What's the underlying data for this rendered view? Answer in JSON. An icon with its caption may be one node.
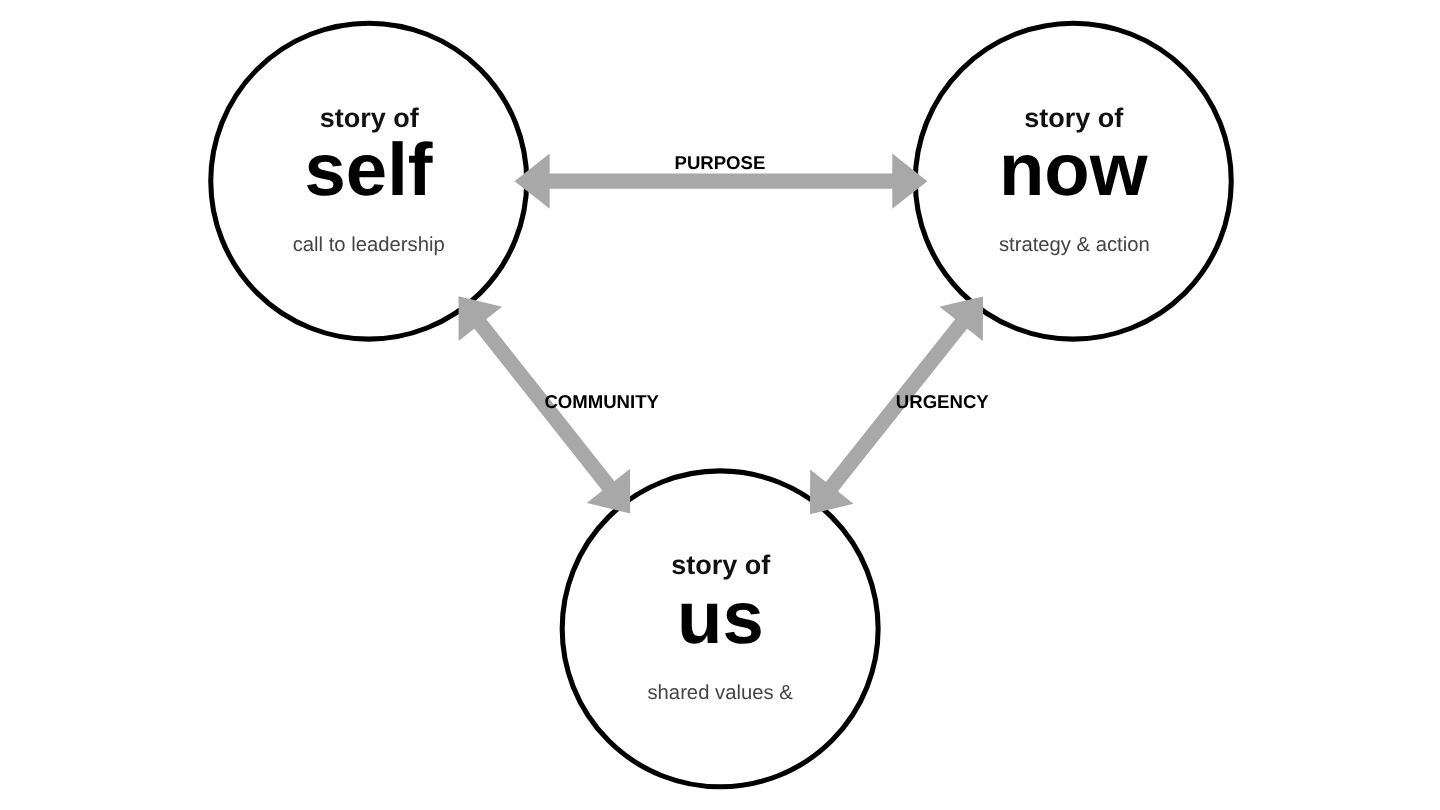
{
  "diagram": {
    "nodes": [
      {
        "text": [
          "story of",
          "self",
          "call to leadership"
        ]
      },
      {
        "text": [
          "story of",
          "now",
          "strategy & action"
        ]
      },
      {
        "text": [
          "story of",
          "us",
          "shared values &"
        ]
      }
    ],
    "edges": [
      {
        "from": 0,
        "to": 1,
        "arrow": "both",
        "label": "PURPOSE"
      },
      {
        "from": 0,
        "to": 2,
        "arrow": "both",
        "label": "COMMUNITY"
      },
      {
        "from": 1,
        "to": 2,
        "arrow": "both",
        "label": "URGENCY"
      }
    ]
  }
}
